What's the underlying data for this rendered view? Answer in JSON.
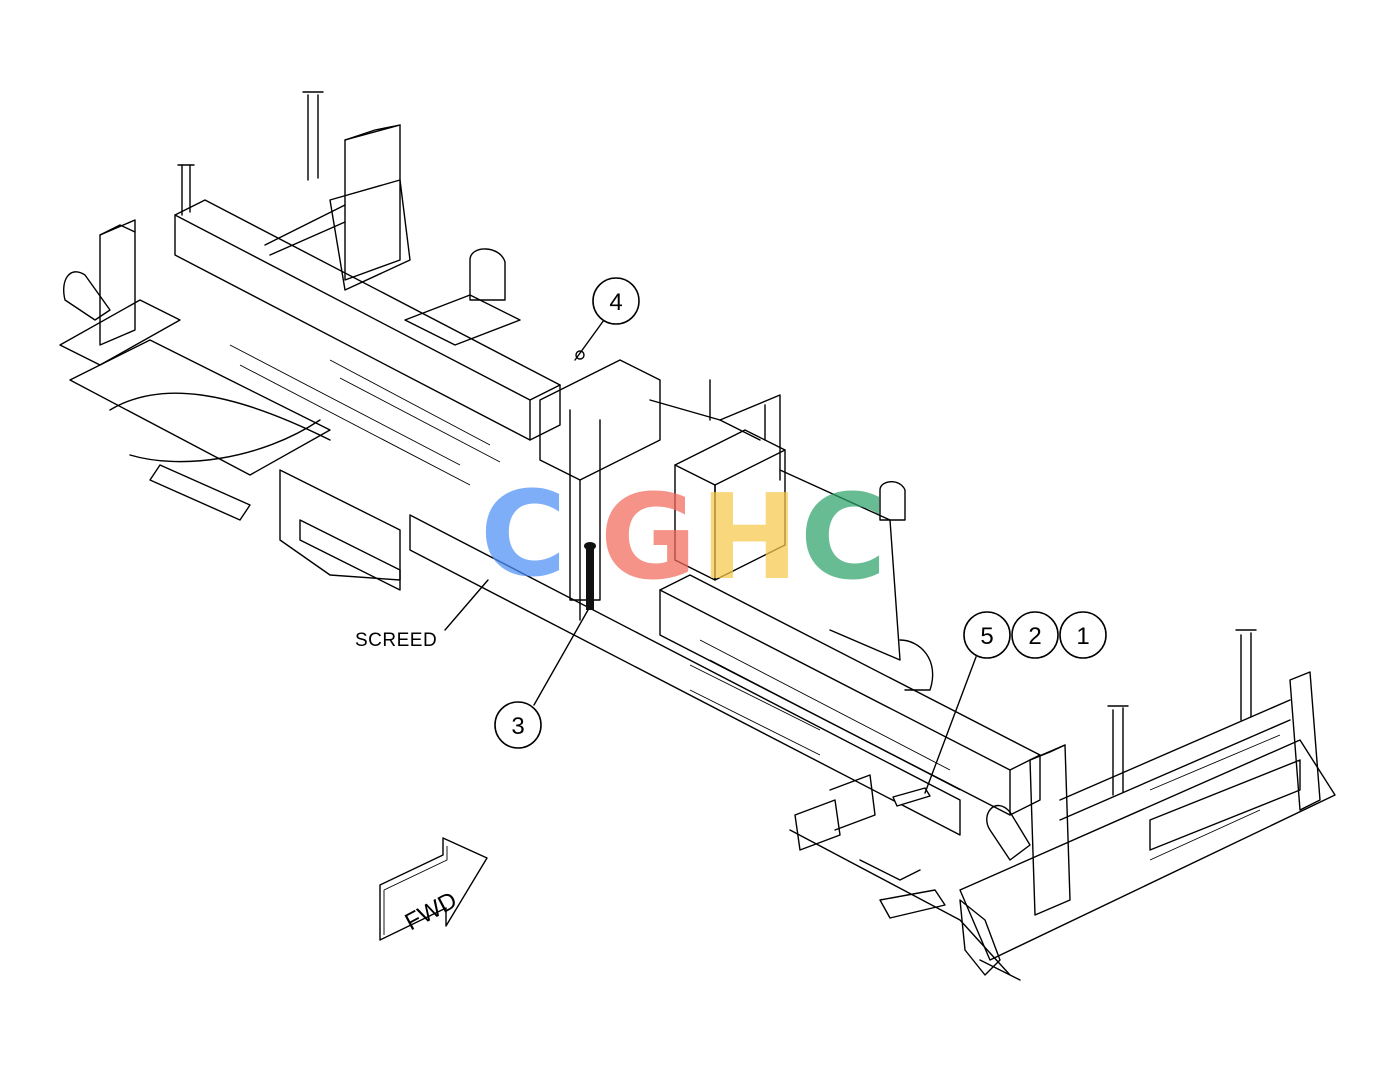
{
  "callouts": {
    "c1": "1",
    "c2": "2",
    "c3": "3",
    "c4": "4",
    "c5": "5"
  },
  "labels": {
    "screed": "SCREED",
    "fwd": "FWD"
  },
  "watermark": {
    "letters": [
      "C",
      "G",
      "H",
      "C"
    ],
    "colors": [
      "#4f8ff7",
      "#f26a5b",
      "#f7c94a",
      "#2ea36a"
    ]
  }
}
